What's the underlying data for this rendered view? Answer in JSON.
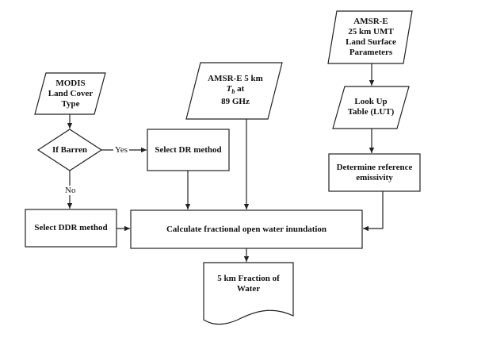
{
  "modis": {
    "line1": "MODIS",
    "line2": "Land Cover",
    "line3": "Type"
  },
  "decision": {
    "label": "If  Barren",
    "yes": "Yes",
    "no": "No"
  },
  "dr_method": {
    "label": "Select DR method"
  },
  "ddr_method": {
    "label": "Select DDR method"
  },
  "amsre_tb": {
    "line1": "AMSR-E 5 km",
    "symbol": "T",
    "subscript": "b",
    "line2_rest": " at",
    "line3": "89 GHz"
  },
  "amsre_umt": {
    "line1": "AMSR-E",
    "line2": "25 km UMT",
    "line3": "Land Surface",
    "line4": "Parameters"
  },
  "lut": {
    "line1": "Look Up",
    "line2": "Table (LUT)"
  },
  "ref_emissivity": {
    "line1": "Determine reference",
    "line2": "emissivity"
  },
  "calc": {
    "label": "Calculate  fractional open water inundation"
  },
  "output": {
    "line1": "5 km Fraction of",
    "line2": "Water"
  }
}
